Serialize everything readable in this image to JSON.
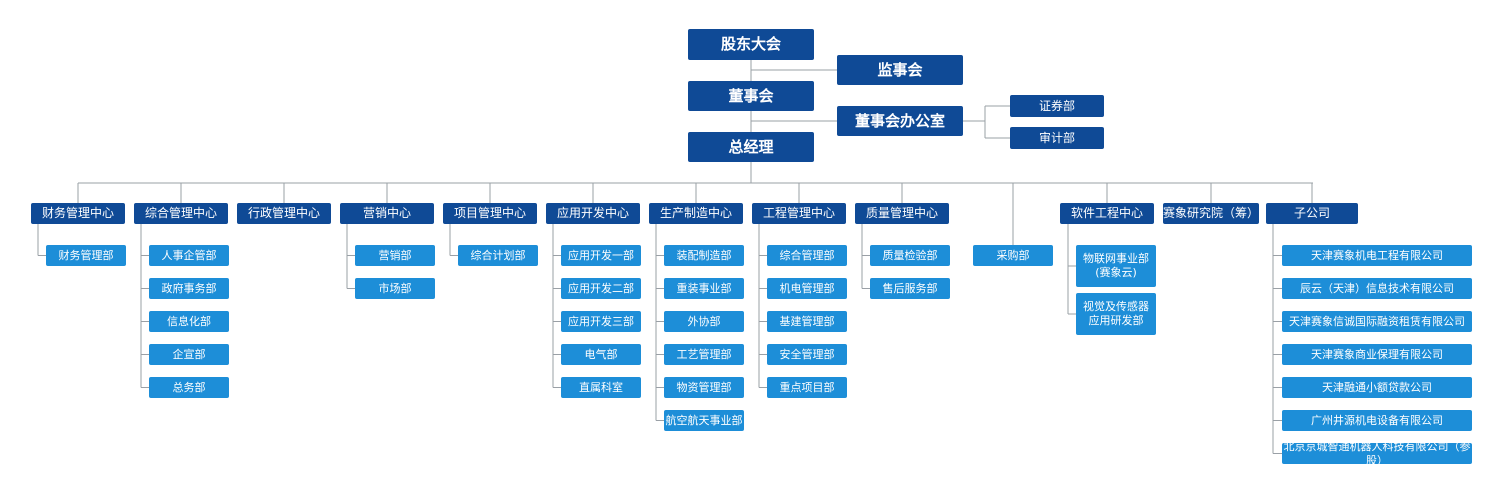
{
  "top": {
    "shareholders": "股东大会",
    "supervisors": "监事会",
    "board": "董事会",
    "board_office": "董事会办公室",
    "securities": "证券部",
    "audit": "审计部",
    "gm": "总经理"
  },
  "centers": [
    {
      "name": "财务管理中心",
      "children": [
        "财务管理部"
      ]
    },
    {
      "name": "综合管理中心",
      "children": [
        "人事企管部",
        "政府事务部",
        "信息化部",
        "企宣部",
        "总务部"
      ]
    },
    {
      "name": "行政管理中心",
      "children": []
    },
    {
      "name": "营销中心",
      "children": [
        "营销部",
        "市场部"
      ]
    },
    {
      "name": "项目管理中心",
      "children": [
        "综合计划部"
      ]
    },
    {
      "name": "应用开发中心",
      "children": [
        "应用开发一部",
        "应用开发二部",
        "应用开发三部",
        "电气部",
        "直属科室"
      ]
    },
    {
      "name": "生产制造中心",
      "children": [
        "装配制造部",
        "重装事业部",
        "外协部",
        "工艺管理部",
        "物资管理部",
        "航空航天事业部"
      ]
    },
    {
      "name": "工程管理中心",
      "children": [
        "综合管理部",
        "机电管理部",
        "基建管理部",
        "安全管理部",
        "重点项目部"
      ]
    },
    {
      "name": "质量管理中心",
      "children": [
        "质量检验部",
        "售后服务部"
      ]
    },
    {
      "name": "",
      "children": [
        "采购部"
      ]
    },
    {
      "name": "软件工程中心",
      "children": [
        "物联网事业部\n(赛象云)",
        "视觉及传感器\n应用研发部"
      ]
    },
    {
      "name": "赛象研究院（筹）",
      "children": []
    },
    {
      "name": "子公司",
      "children": [
        "天津赛象机电工程有限公司",
        "辰云（天津）信息技术有限公司",
        "天津赛象信诚国际融资租赁有限公司",
        "天津赛象商业保理有限公司",
        "天津融通小额贷款公司",
        "广州井源机电设备有限公司",
        "北京京城智通机器人科技有限公司（参股）"
      ]
    }
  ]
}
